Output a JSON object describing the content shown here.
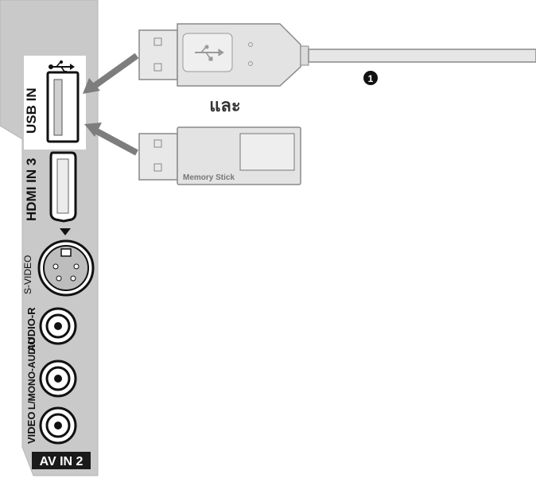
{
  "panel": {
    "usb_label": "USB IN",
    "hdmi_label": "HDMI IN 3",
    "svideo_label": "S-VIDEO",
    "audio_r_label": "AUDIO-R",
    "audio_l_label": "L/MONO-AUDIO",
    "video_label": "VIDEO",
    "av_label": "AV IN 2"
  },
  "devices": {
    "usb_cable_number": "1",
    "connector_word": "และ",
    "memory_stick_label": "Memory Stick"
  },
  "colors": {
    "panel": "#c9c9c9",
    "panel_edge": "#a8a8a8",
    "arrow": "#7d7d7d",
    "connector_fill": "#e3e3e3",
    "connector_stroke": "#8a8a8a",
    "text": "#111111"
  }
}
